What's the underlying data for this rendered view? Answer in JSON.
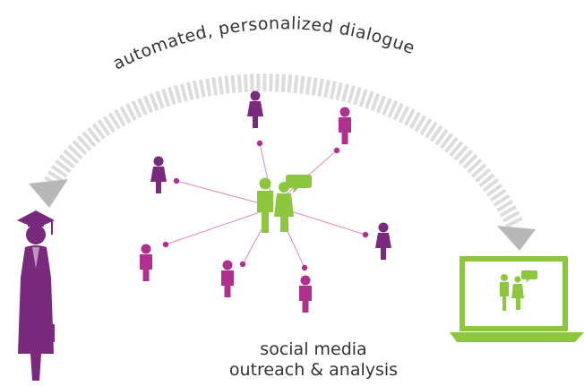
{
  "arc_label": "automated, personalized dialogue",
  "caption": {
    "line1": "social media",
    "line2": "outreach & analysis"
  },
  "colors": {
    "purple_dark": "#7a2a7d",
    "magenta": "#b0308d",
    "green": "#8dc63f",
    "arc_gray": "#dcdcdc",
    "arrow_gray": "#b8b8b8",
    "text": "#333333"
  },
  "icons": {
    "center_group": "two-people-speech-icon",
    "graduate": "graduate-icon",
    "laptop": "laptop-icon",
    "person": "person-icon"
  }
}
